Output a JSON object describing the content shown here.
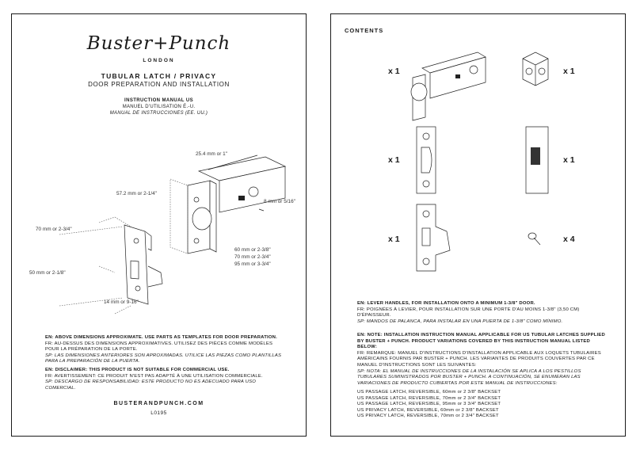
{
  "left_page": {
    "brand": "Buster+Punch",
    "brand_location": "LONDON",
    "title": "TUBULAR LATCH / PRIVACY",
    "subtitle": "DOOR PREPARATION AND INSTALLATION",
    "manual_en": "INSTRUCTION MANUAL US",
    "manual_fr": "MANUEL D'UTILISATION É.-U.",
    "manual_sp": "MANUAL DE INSTRUCCIONES (EE. UU.)",
    "dimensions": {
      "d1": "25.4 mm or 1\"",
      "d2": "57.2 mm or 2-1/4\"",
      "d3": "8 mm or 5/16\"",
      "d4": "70 mm or 2-3/4\"",
      "d5": "50 mm or 2-1/8\"",
      "d6": "60 mm or 2-3/8\"",
      "d7": "70 mm or 2-3/4\"",
      "d8": "95 mm or 3-3/4\"",
      "d9": "14 mm or 9-16\""
    },
    "notes": {
      "dims_en": "EN: ABOVE DIMENSIONS APPROXIMATE. USE PARTS AS TEMPLATES FOR DOOR PREPARATION.",
      "dims_fr": "FR: AU-DESSUS DES DIMENSIONS APPROXIMATIVES. UTILISEZ DES PIÈCES COMME MODÈLES POUR LA PRÉPARATION DE LA PORTE.",
      "dims_sp": "SP: LAS DIMENSIONES ANTERIORES SON APROXIMADAS. UTILICE LAS PIEZAS COMO PLANTILLAS PARA LA PREPARACIÓN DE LA PUERTA.",
      "disc_en": "EN: DISCLAIMER: THIS PRODUCT IS NOT SUITABLE FOR COMMERCIAL USE.",
      "disc_fr": "FR: AVERTISSEMENT: CE PRODUIT N'EST PAS ADAPTÉ À UNE UTILISATION COMMERCIALE.",
      "disc_sp": "SP: DESCARGO DE RESPONSABILIDAD: ESTE PRODUCTO NO ES ADECUADO PARA USO COMERCIAL."
    },
    "footer_url": "BUSTERANDPUNCH.COM",
    "footer_code": "L0195"
  },
  "right_page": {
    "contents_title": "CONTENTS",
    "quantities": {
      "latch": "x 1",
      "cover": "x 1",
      "faceplate": "x 1",
      "bracket": "x 1",
      "strike": "x 1",
      "screws": "x 4"
    },
    "notes": {
      "lever_en": "EN: LEVER HANDLES, FOR INSTALLATION ONTO A MINIMUM 1-3/8\" DOOR.",
      "lever_fr": "FR: POIGNÉES À LEVIER, POUR INSTALLATION SUR UNE PORTE D'AU MOINS 1-3/8\" (3,50 CM) D'ÉPAISSEUR.",
      "lever_sp": "SP: MANDOS DE PALANCA, PARA INSTALAR EN UNA PUERTA DE 1-3/8\" COMO MÍNIMO.",
      "manual_en": "EN: NOTE: INSTALLATION INSTRUCTION MANUAL APPLICABLE FOR US TUBULAR LATCHES SUPPLIED BY BUSTER + PUNCH. PRODUCT VARIATIONS COVERED BY THIS INSTRUCTION MANUAL LISTED BELOW:",
      "manual_fr": "FR: REMARQUE: MANUEL D'INSTRUCTIONS D'INSTALLATION APPLICABLE AUX LOQUETS TUBULAIRES AMÉRICAINS FOURNIS PAR BUSTER + PUNCH. LES VARIANTES DE PRODUITS COUVERTES PAR CE MANUEL D'INSTRUCTIONS SONT LES SUIVANTES:",
      "manual_sp": "SP: NOTA: EL MANUAL DE INSTRUCCIONES DE LA INSTALACIÓN SE APLICA A LOS PESTILLOS TUBULARES SUMINISTRADOS POR BUSTER + PUNCH. A CONTINUACIÓN, SE ENUMERAN LAS VARIACIONES DE PRODUCTO CUBIERTAS POR ESTE MANUAL DE INSTRUCCIONES:"
    },
    "variants": [
      "US PASSAGE LATCH, REVERSIBLE, 60mm or 2 3/8\" BACKSET",
      "US PASSAGE LATCH, REVERSIBLE, 70mm or 2 3/4\" BACKSET",
      "US PASSAGE LATCH, REVERSIBLE, 95mm or 3 3/4\" BACKSET",
      "US PRIVACY LATCH, REVERSIBLE, 60mm or 2 3/8\" BACKSET",
      "US PRIVACY LATCH, REVERSIBLE, 70mm or 2 3/4\" BACKSET"
    ]
  }
}
